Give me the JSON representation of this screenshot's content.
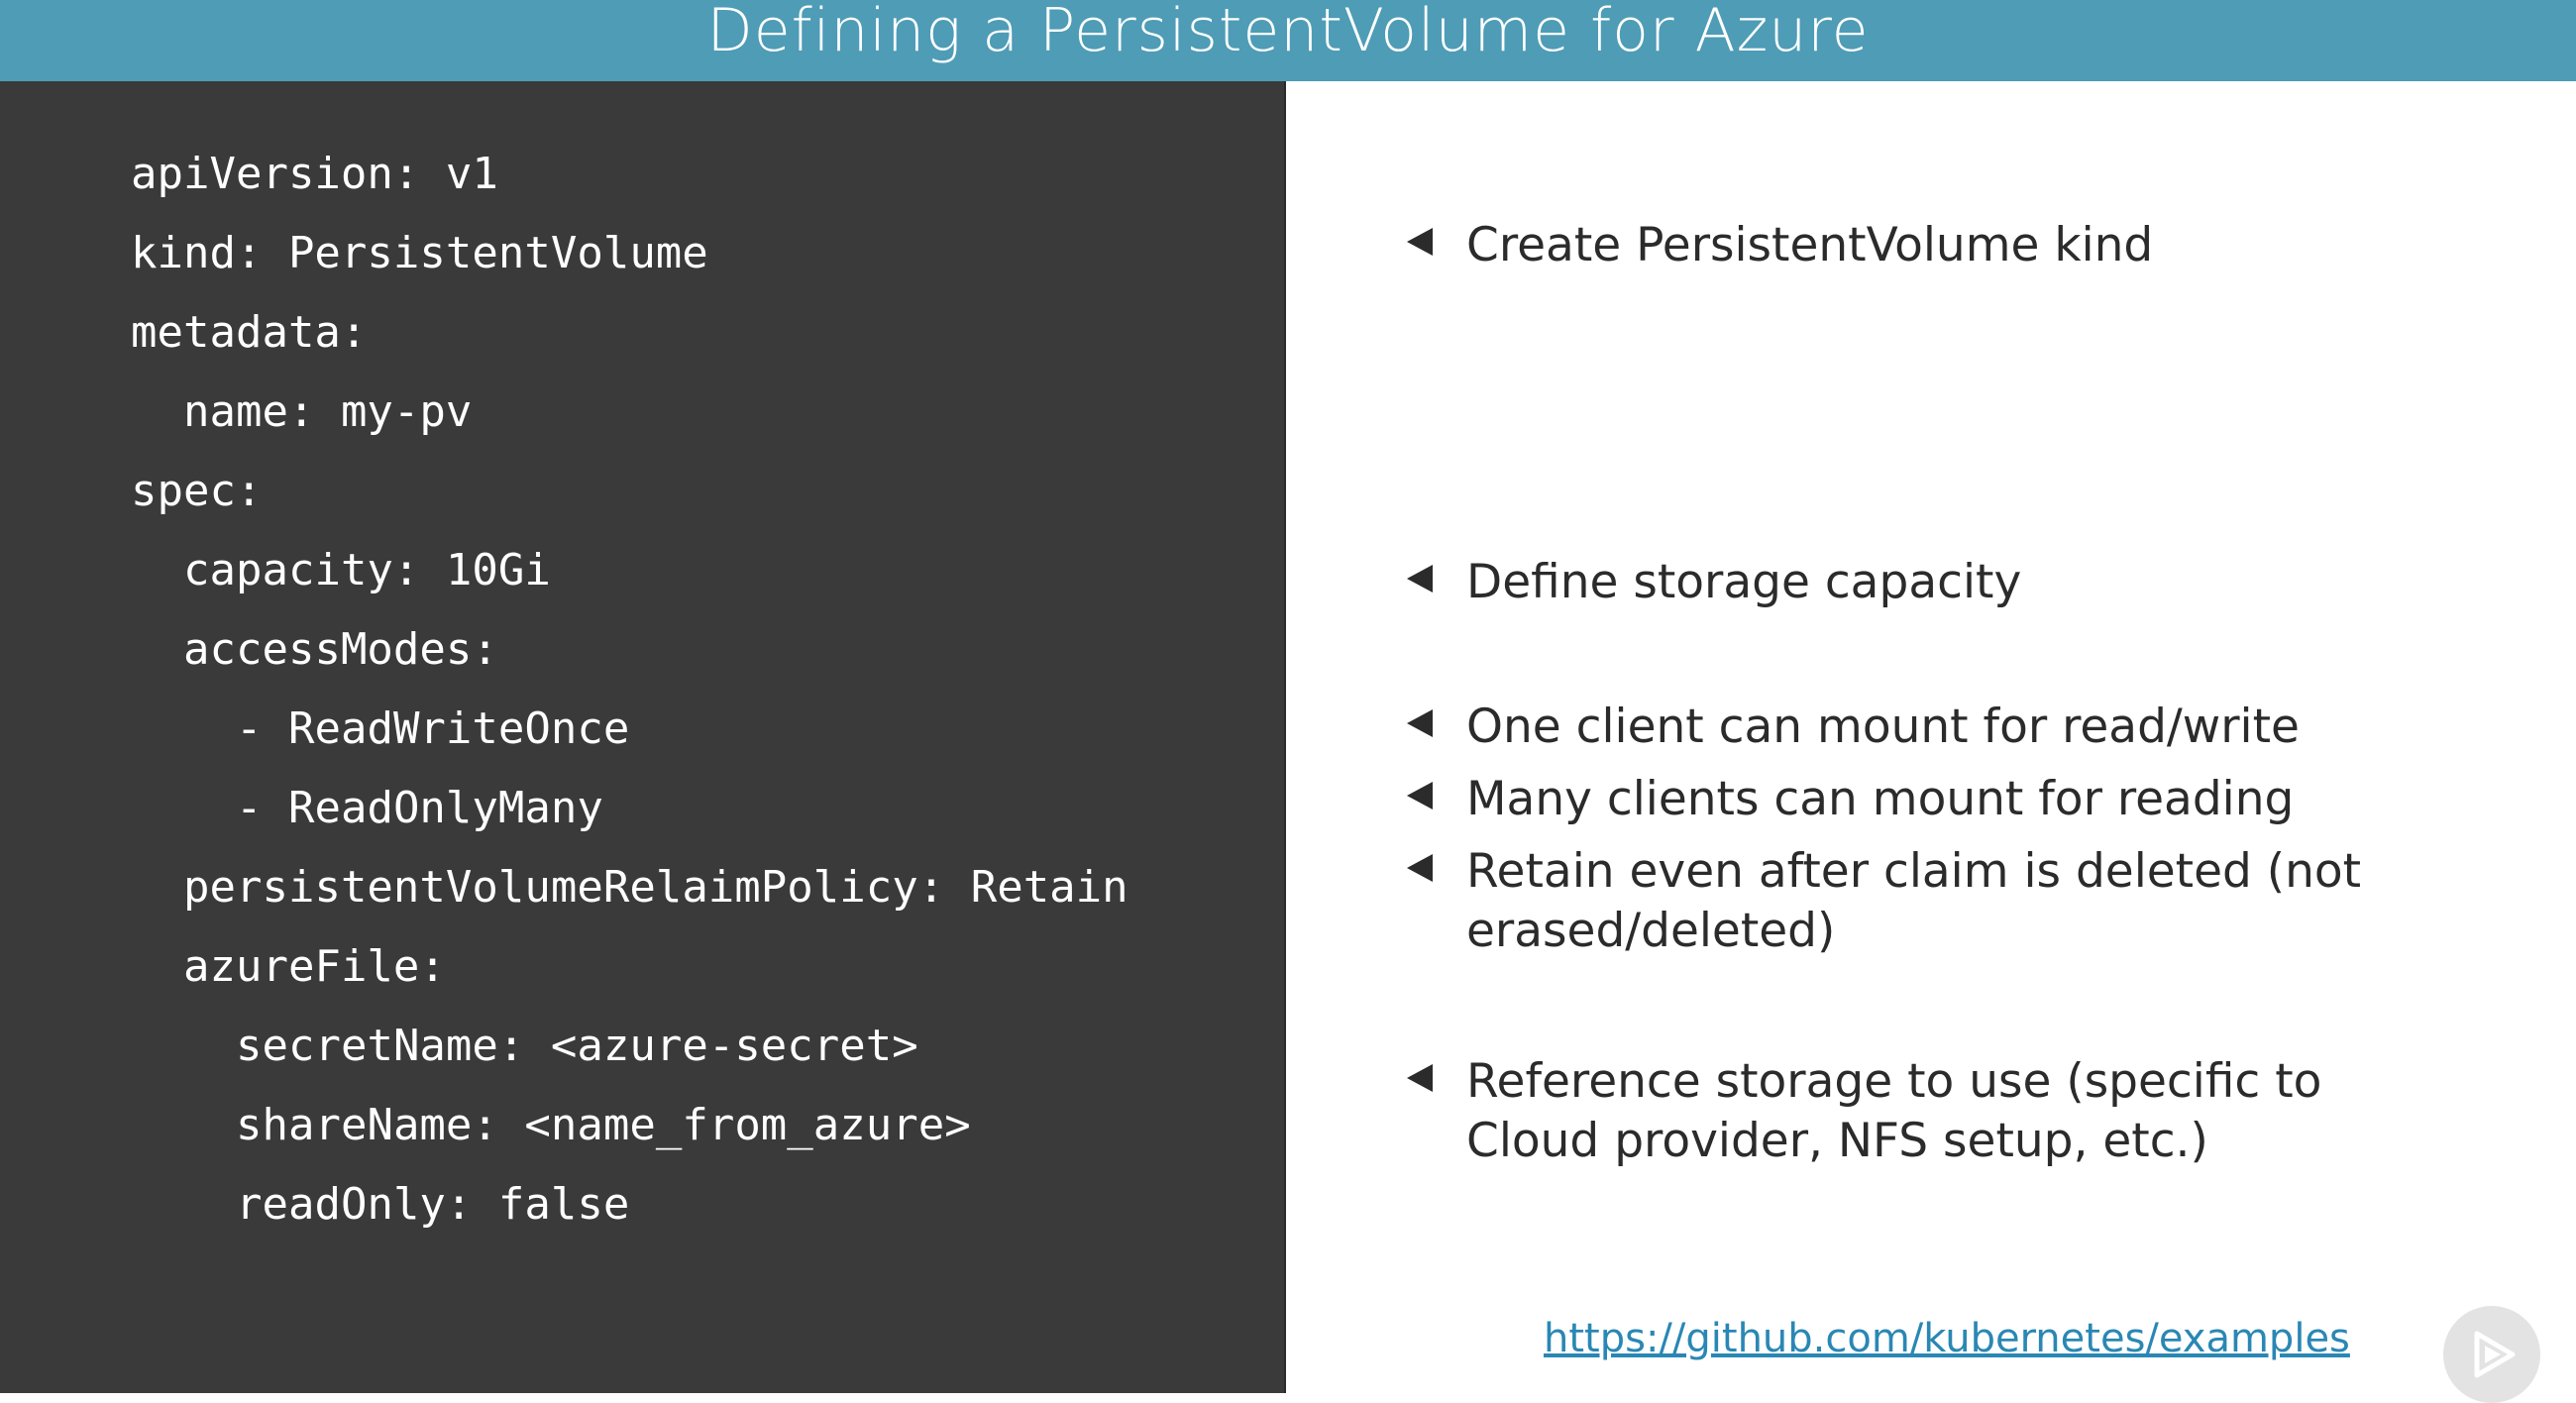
{
  "slide": {
    "title": "Defining a PersistentVolume for Azure"
  },
  "code": {
    "lines": [
      "apiVersion: v1",
      "kind: PersistentVolume",
      "metadata:",
      "name: my-pv",
      "spec:",
      "capacity: 10Gi",
      "accessModes:",
      "- ReadWriteOnce",
      "- ReadOnlyMany",
      "persistentVolumeRelaimPolicy: Retain",
      "azureFile:",
      "secretName: <azure-secret>",
      "shareName: <name_from_azure>",
      "readOnly: false"
    ]
  },
  "notes": [
    "Create PersistentVolume kind",
    "Define storage capacity",
    "One client can mount for read/write",
    "Many clients can mount for reading",
    "Retain even after claim is deleted (not erased/deleted)",
    "Reference storage to use (specific to Cloud provider, NFS setup, etc.)"
  ],
  "footer": {
    "link_text": "https://github.com/kubernetes/examples"
  },
  "icons": {
    "note_marker": "left-triangle-icon",
    "player_badge": "play-logo-icon"
  },
  "colors": {
    "header_bg": "#4e9cb6",
    "code_bg": "#3a3a3a",
    "link": "#2a87b4"
  }
}
